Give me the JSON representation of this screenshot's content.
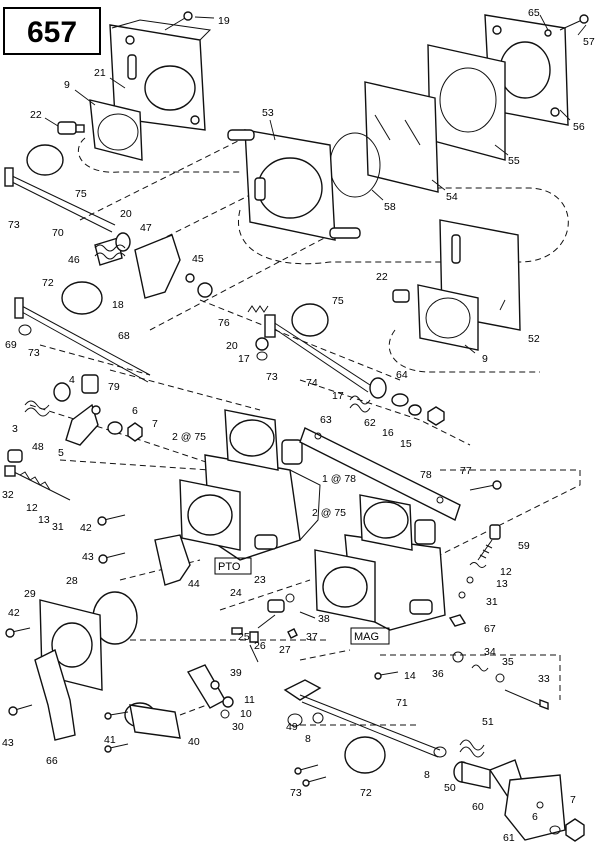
{
  "page_number": "657",
  "callouts": [
    "19",
    "21",
    "9",
    "22",
    "65",
    "57",
    "56",
    "55",
    "53",
    "54",
    "58",
    "75",
    "73",
    "70",
    "20",
    "47",
    "46",
    "45",
    "18",
    "22",
    "52",
    "9",
    "72",
    "69",
    "73",
    "68",
    "76",
    "75",
    "20",
    "17",
    "73",
    "74",
    "4",
    "79",
    "3",
    "6",
    "7",
    "48",
    "5",
    "2 @ 75",
    "17",
    "64",
    "63",
    "62",
    "16",
    "15",
    "77",
    "78",
    "1 @ 78",
    "32",
    "12",
    "13",
    "31",
    "42",
    "2 @ 75",
    "59",
    "43",
    "44",
    "12",
    "13",
    "31",
    "28",
    "29",
    "23",
    "24",
    "38",
    "42",
    "25",
    "26",
    "37",
    "67",
    "27",
    "34",
    "36",
    "35",
    "33",
    "39",
    "11",
    "10",
    "14",
    "30",
    "71",
    "49",
    "8",
    "41",
    "40",
    "43",
    "66",
    "51",
    "8",
    "50",
    "60",
    "73",
    "72",
    "7",
    "6",
    "61"
  ],
  "tags": {
    "pto": "PTO",
    "mag": "MAG"
  }
}
